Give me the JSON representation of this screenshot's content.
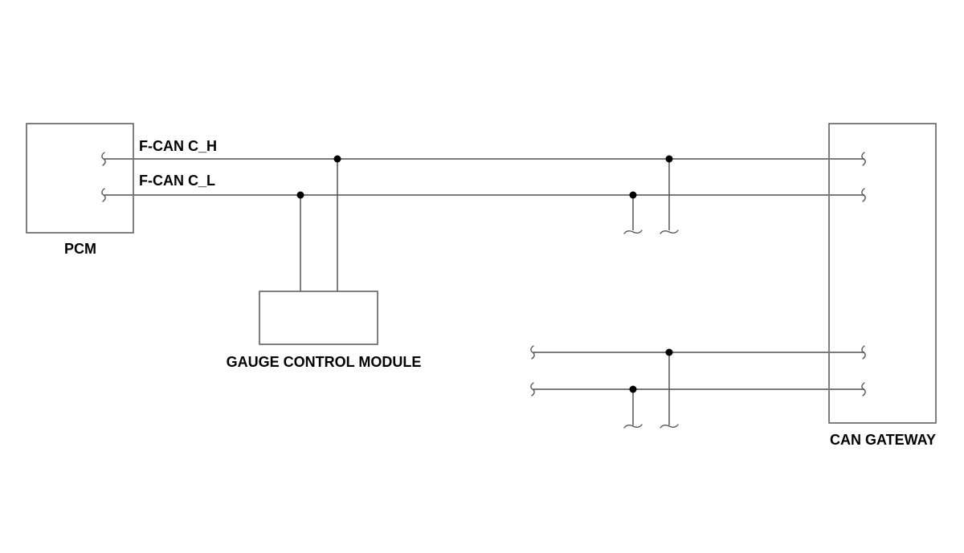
{
  "modules": {
    "pcm": "PCM",
    "gauge": "GAUGE CONTROL MODULE",
    "gateway": "CAN GATEWAY"
  },
  "bus": {
    "high": "F-CAN C_H",
    "low": "F-CAN C_L"
  },
  "colors": {
    "wire": "#7a7a7a",
    "outline": "#555555",
    "node": "#000000",
    "text": "#000000"
  }
}
